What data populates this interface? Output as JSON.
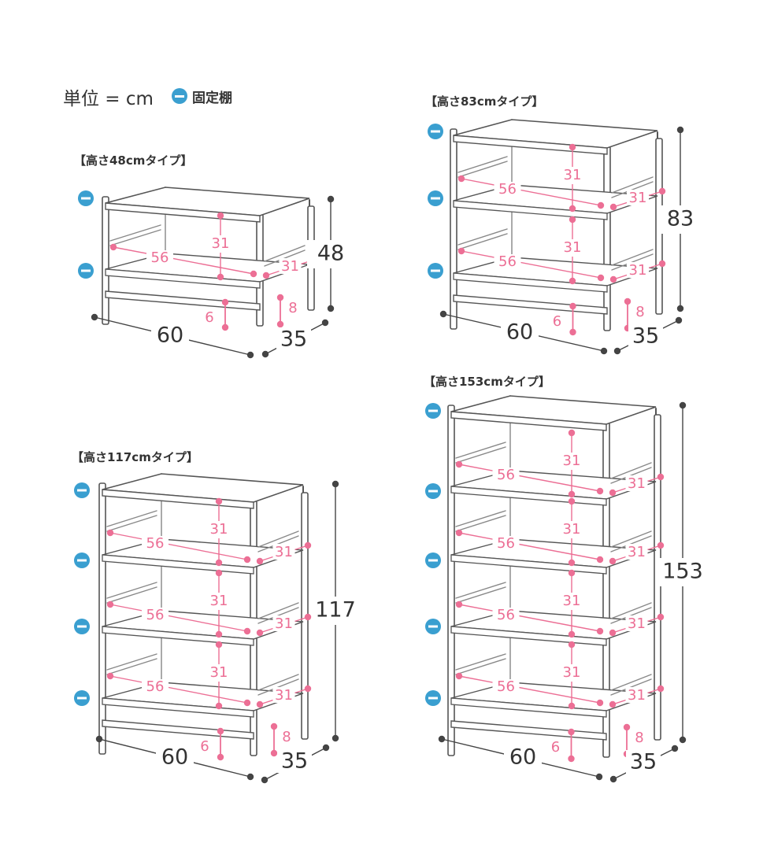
{
  "legend": {
    "unit_label": "単位 = cm",
    "fixed_shelf_label": "固定棚",
    "fixed_shelf_icon": "fixed-shelf-icon"
  },
  "colors": {
    "accent_pink": "#ec6f95",
    "fixed_blue": "#3a9fd0",
    "frame_gray": "#555555"
  },
  "units": [
    {
      "title": "【高さ48cmタイプ】",
      "height": "48",
      "width": "60",
      "depth": "35",
      "inner_width": "56",
      "inner_depth": "31",
      "section_heights": [
        "31"
      ],
      "floor_clearance": "6",
      "leg_height": "8"
    },
    {
      "title": "【高さ83cmタイプ】",
      "height": "83",
      "width": "60",
      "depth": "35",
      "inner_width": "56",
      "inner_depth": "31",
      "section_heights": [
        "31",
        "31"
      ],
      "floor_clearance": "6",
      "leg_height": "8"
    },
    {
      "title": "【高さ117cmタイプ】",
      "height": "117",
      "width": "60",
      "depth": "35",
      "inner_width": "56",
      "inner_depth": "31",
      "section_heights": [
        "31",
        "31",
        "31"
      ],
      "floor_clearance": "6",
      "leg_height": "8"
    },
    {
      "title": "【高さ153cmタイプ】",
      "height": "153",
      "width": "60",
      "depth": "35",
      "inner_width": "56",
      "inner_depth": "31",
      "section_heights": [
        "31",
        "31",
        "31",
        "31"
      ],
      "floor_clearance": "6",
      "leg_height": "8"
    }
  ]
}
